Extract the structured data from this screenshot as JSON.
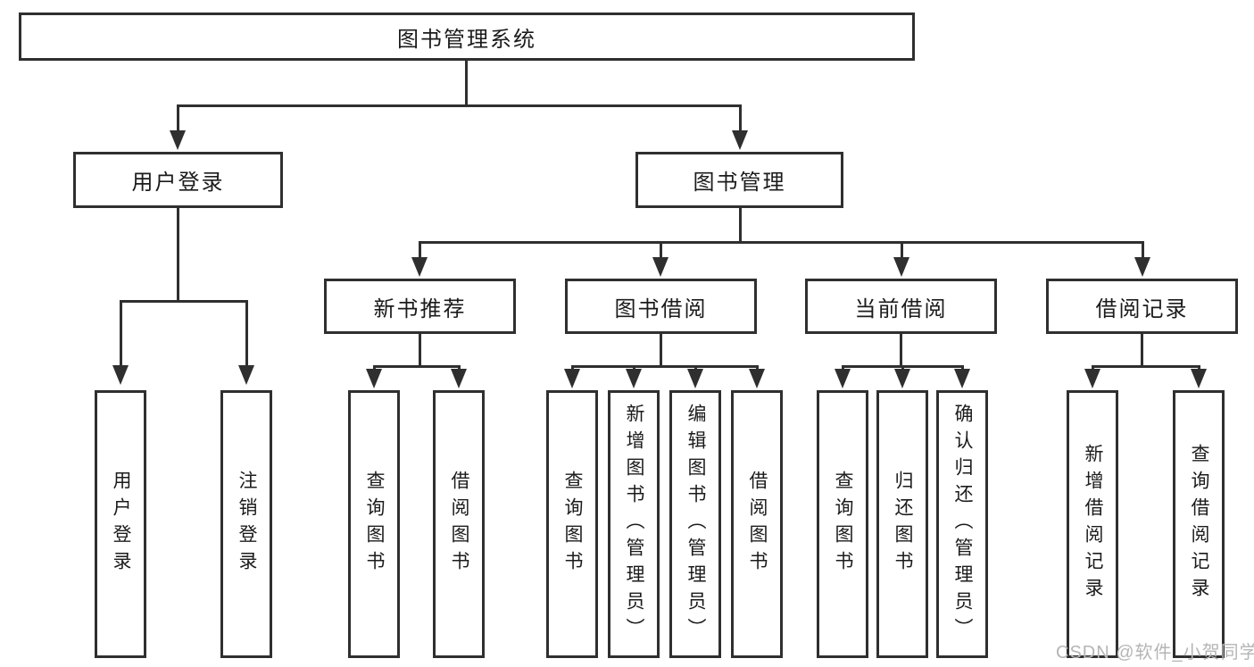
{
  "diagram": {
    "root": {
      "label": "图书管理系统"
    },
    "children": [
      {
        "label": "用户登录",
        "children": [
          {
            "label": "用户登录"
          },
          {
            "label": "注销登录"
          }
        ]
      },
      {
        "label": "图书管理",
        "children": [
          {
            "label": "新书推荐",
            "children": [
              {
                "label": "查询图书"
              },
              {
                "label": "借阅图书"
              }
            ]
          },
          {
            "label": "图书借阅",
            "children": [
              {
                "label": "查询图书"
              },
              {
                "label": "新增图书（管理员）"
              },
              {
                "label": "编辑图书（管理员）"
              },
              {
                "label": "借阅图书"
              }
            ]
          },
          {
            "label": "当前借阅",
            "children": [
              {
                "label": "查询图书"
              },
              {
                "label": "归还图书"
              },
              {
                "label": "确认归还（管理员）"
              }
            ]
          },
          {
            "label": "借阅记录",
            "children": [
              {
                "label": "新增借阅记录"
              },
              {
                "label": "查询借阅记录"
              }
            ]
          }
        ]
      }
    ]
  },
  "watermark": {
    "text": "CSDN @软件_小贺同学"
  },
  "colors": {
    "line": "#2f2f2f",
    "text": "#1b1b1b",
    "background": "#ffffff",
    "watermark": "#b5b5b5"
  }
}
